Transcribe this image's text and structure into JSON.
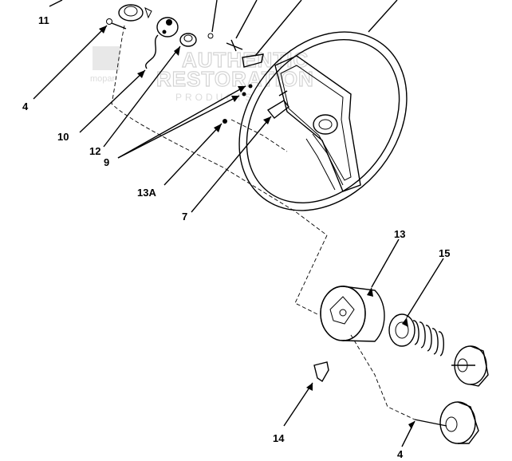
{
  "callouts": {
    "c11": "11",
    "c4_top": "4",
    "c10": "10",
    "c12": "12",
    "c9": "9",
    "c13a": "13A",
    "c7": "7",
    "c13": "13",
    "c15": "15",
    "c14": "14",
    "c4_bottom": "4"
  },
  "watermark": {
    "logo_text": "mopar",
    "line1": "AUTHENTIC",
    "line2": "RESTORATION",
    "line3": "PRODUCTS"
  }
}
